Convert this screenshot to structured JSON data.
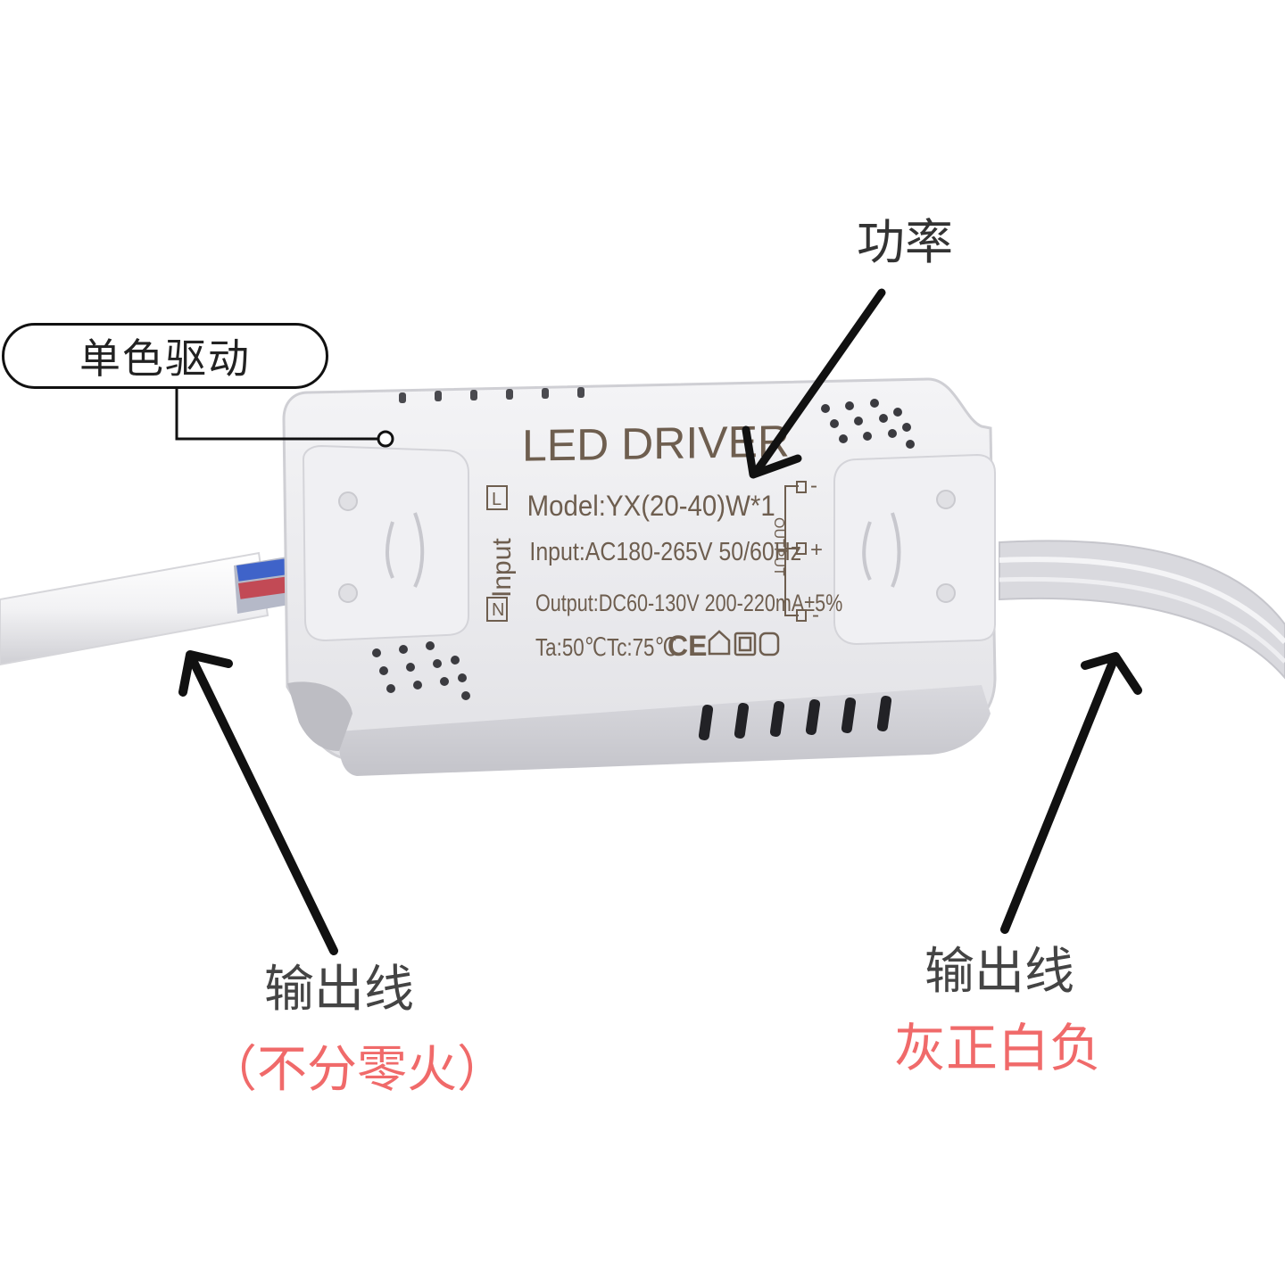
{
  "callouts": {
    "single_color_driver": "单色驱动",
    "power": "功率",
    "left_output": "输出线",
    "left_output_note": "（不分零火）",
    "right_output": "输出线",
    "right_output_note": "灰正白负"
  },
  "driver_label": {
    "title": "LED DRIVER",
    "model": "Model:YX(20-40)W*1",
    "input": "Input:AC180-265V 50/60Hz",
    "output": "Output:DC60-130V 200-220mA±5%",
    "ta": "Ta:50℃",
    "tc": "Tc:75℃",
    "ce": "CE",
    "input_side": "Input",
    "input_L": "L",
    "input_N": "N",
    "output_side": "OUTPUT",
    "out_minus_top": "-",
    "out_plus": "+",
    "out_minus_bottom": "-"
  },
  "colors": {
    "accent_note": "#f06a6a",
    "housing": "#e9e9ec",
    "label_print": "#6e5e4f"
  }
}
